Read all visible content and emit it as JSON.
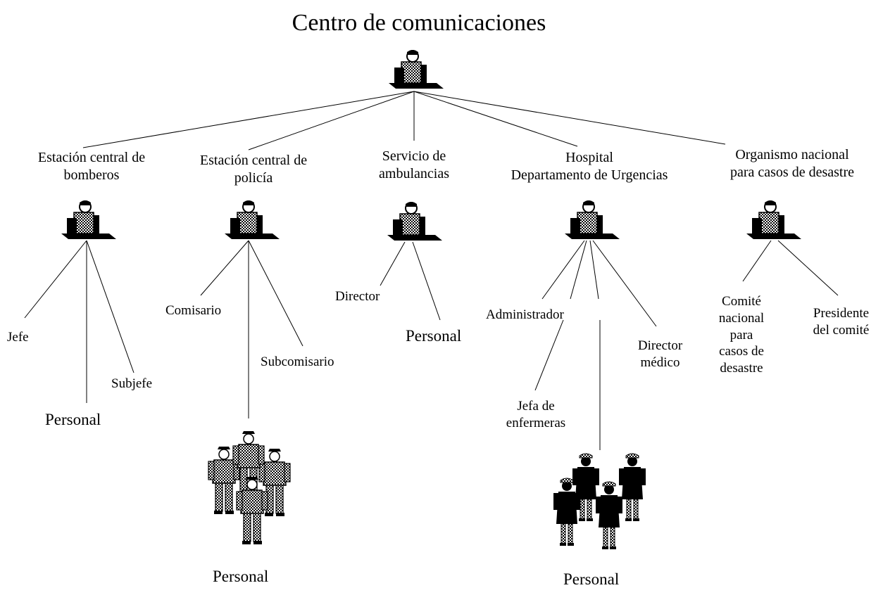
{
  "title": "Centro de comunicaciones",
  "units": {
    "fire": [
      "Estación central de",
      "bomberos"
    ],
    "police": [
      "Estación central de",
      "policía"
    ],
    "ambulance": [
      "Servicio de",
      "ambulancias"
    ],
    "hospital": [
      "Hospital",
      "Departamento de Urgencias"
    ],
    "disaster": [
      "Organismo nacional",
      "para  casos de desastre"
    ]
  },
  "roles": {
    "fire_jefe": "Jefe",
    "fire_subjefe": "Subjefe",
    "fire_personal": "Personal",
    "police_comisario": "Comisario",
    "police_subcomisario": "Subcomisario",
    "police_personal": "Personal",
    "amb_director": "Director",
    "amb_personal": "Personal",
    "hosp_administrador": "Administrador",
    "hosp_jefa": [
      "Jefa de",
      "enfermeras"
    ],
    "hosp_director": [
      "Director",
      "médico"
    ],
    "hosp_personal": "Personal",
    "dis_comite": [
      "Comité",
      "nacional",
      "para",
      "casos de",
      "desastre"
    ],
    "dis_presidente": [
      "Presidente",
      "del comité"
    ]
  }
}
